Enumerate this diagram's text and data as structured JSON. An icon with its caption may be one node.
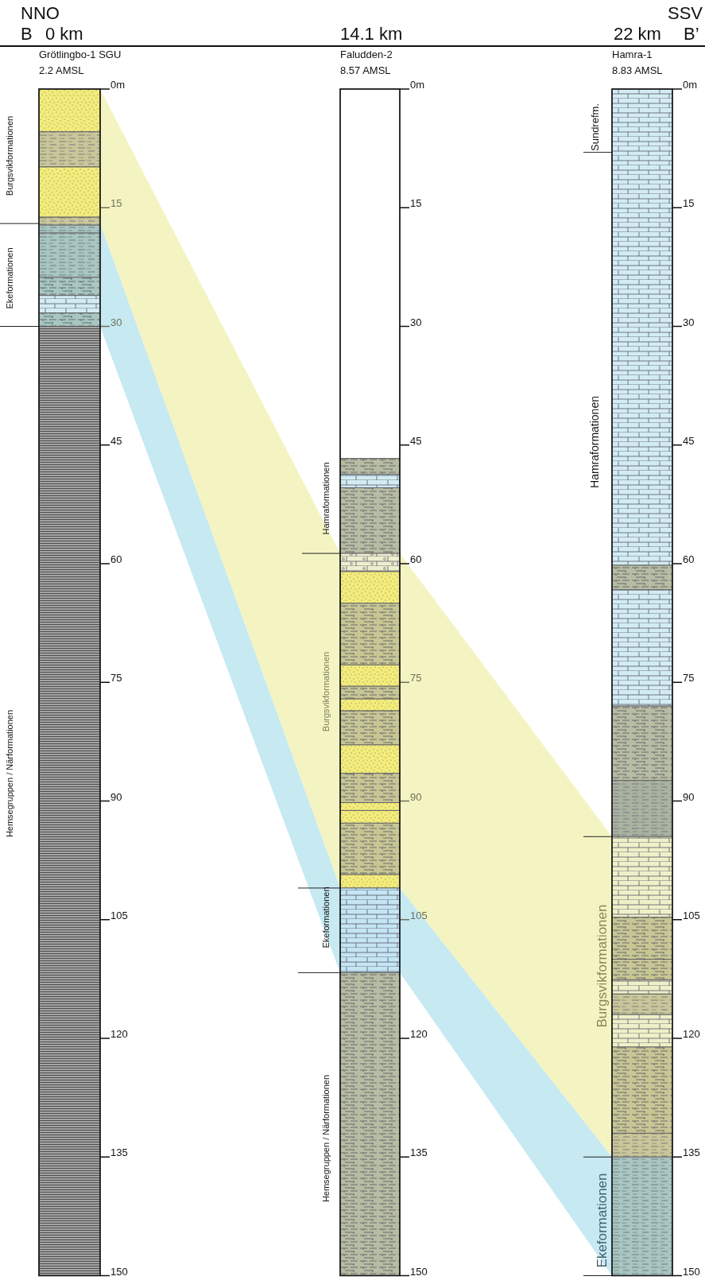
{
  "diagram": {
    "nodes": [
      {
        "text": [
          "Grötlingbo-1 SGU",
          "2.2 AMSL"
        ]
      },
      {
        "text": [
          "Faludden-2",
          "8.57 AMSL"
        ]
      },
      {
        "text": [
          "Hamra-1",
          "8.83 AMSL"
        ]
      }
    ],
    "labels": [
      "NNO",
      "SSV",
      "B",
      "0 km",
      "14.1 km",
      "22 km",
      "B’",
      "Burgsvikformationen",
      "Ekeformationen",
      "Hemsegruppen / Närformationen",
      "0m",
      "15",
      "30",
      "45",
      "60",
      "75",
      "90",
      "105",
      "120",
      "135",
      "150",
      "Hamraformationen",
      "Burgsvikformationen",
      "Ekeformationen",
      "Hemsegruppen / Närformationen",
      "0m",
      "15",
      "30",
      "45",
      "60",
      "75",
      "90",
      "105",
      "120",
      "135",
      "150",
      "Sundrefm.",
      "Hamraformationen",
      "Burgsvikformationen",
      "Ekeformationen",
      "0m",
      "15",
      "30",
      "45",
      "60",
      "75",
      "90",
      "105",
      "120",
      "135",
      "150"
    ]
  }
}
